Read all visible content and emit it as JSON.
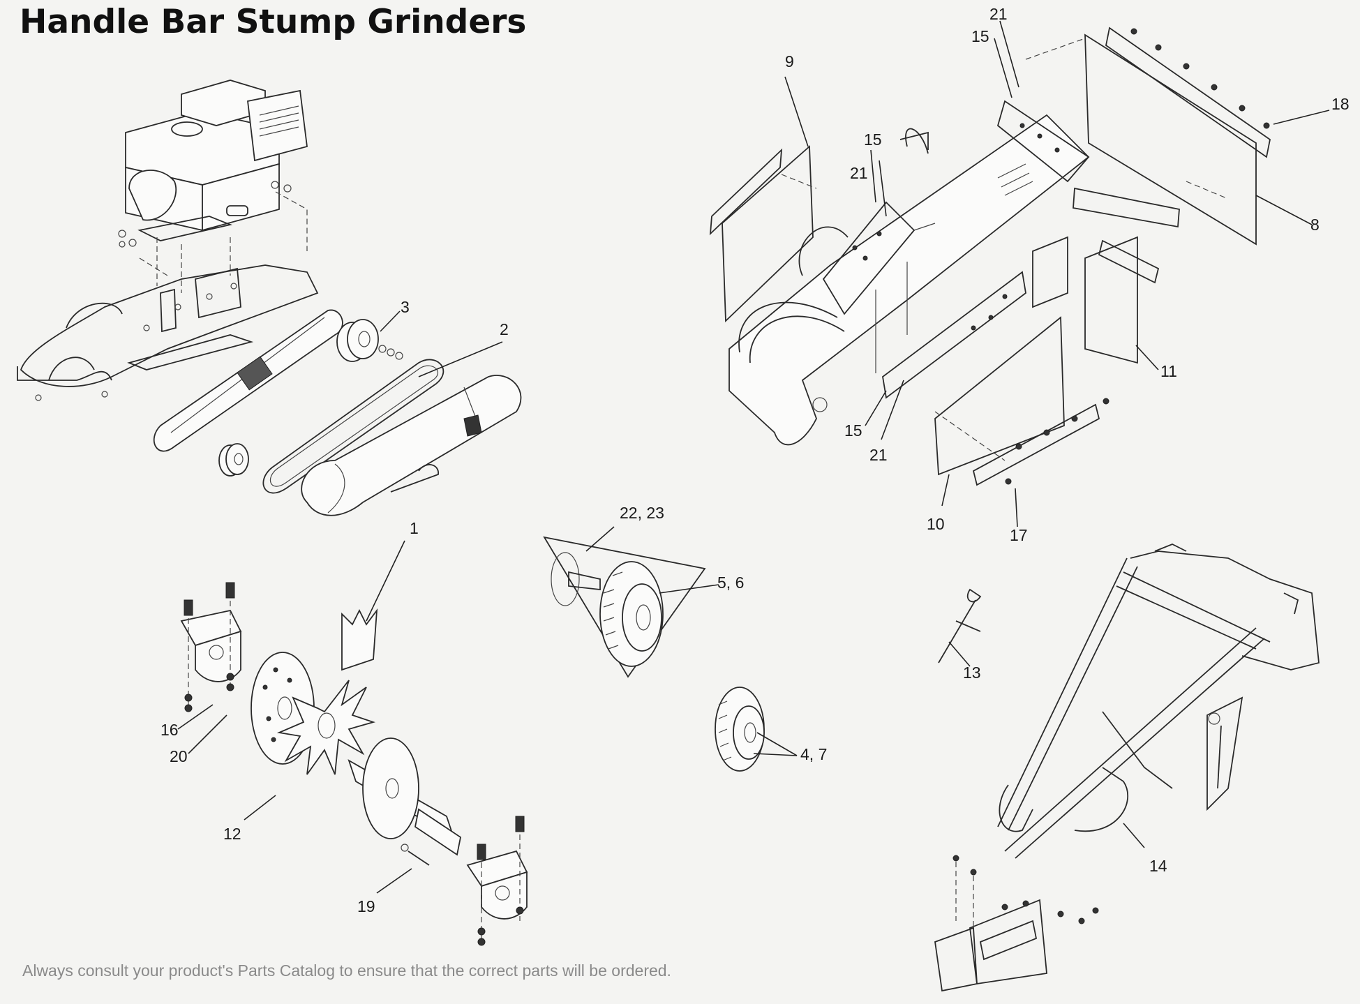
{
  "title": "Handle Bar Stump Grinders",
  "footer": "Always consult your product's Parts Catalog to ensure that the correct parts will be ordered.",
  "callouts": {
    "c1": "1",
    "c2": "2",
    "c3": "3",
    "c4_7": "4, 7",
    "c5_6": "5, 6",
    "c8": "8",
    "c9": "9",
    "c10": "10",
    "c11": "11",
    "c12": "12",
    "c13": "13",
    "c14": "14",
    "c15a": "15",
    "c15b": "15",
    "c15c": "15",
    "c16": "16",
    "c17": "17",
    "c18": "18",
    "c19": "19",
    "c20": "20",
    "c21a": "21",
    "c21b": "21",
    "c21c": "21",
    "c22_23": "22, 23"
  }
}
